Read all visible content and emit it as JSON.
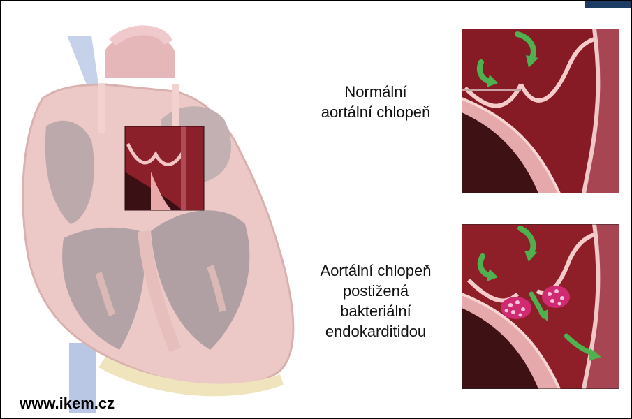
{
  "labels": {
    "normal_valve": "Normální\naortální chlopeň",
    "infected_valve": "Aortální chlopeň\npostižená\nbakteriální\nendokarditidou"
  },
  "source": "www.ikem.cz",
  "colors": {
    "heart_wall": "#ecc7c5",
    "chamber": "#b7a8aa",
    "blood": "#8d1c27",
    "valve_tissue": "#f2c7c3",
    "vegetation": "#d02a73",
    "flow_arrow": "#4fb04f",
    "vein_blue": "#aebedf",
    "fat_yellow": "#ece3b4"
  },
  "icons": [
    "flow-arrow-icon",
    "vegetation-icon"
  ]
}
